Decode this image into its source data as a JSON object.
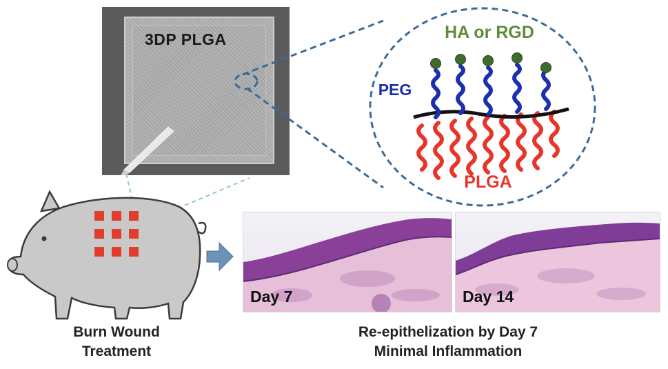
{
  "scaffold_photo": {
    "label": "3DP PLGA"
  },
  "molecule": {
    "ligand_label": "HA or RGD",
    "linker_label": "PEG",
    "polymer_label": "PLGA"
  },
  "histology": [
    {
      "label": "Day 7"
    },
    {
      "label": "Day 14"
    }
  ],
  "captions": {
    "left": [
      "Burn Wound",
      "Treatment"
    ],
    "right": [
      "Re-epithelization by Day 7",
      "Minimal Inflammation"
    ]
  },
  "colors": {
    "ligand_text": "#5f8c3a",
    "ligand_bead": "#3f6b2e",
    "peg": "#1b2fb0",
    "plga": "#e8352a",
    "dashed_callout": "#3a6a99",
    "pig_body": "#c9c9c9",
    "wound_patch": "#e23c2c",
    "arrow": "#6e93b8"
  }
}
